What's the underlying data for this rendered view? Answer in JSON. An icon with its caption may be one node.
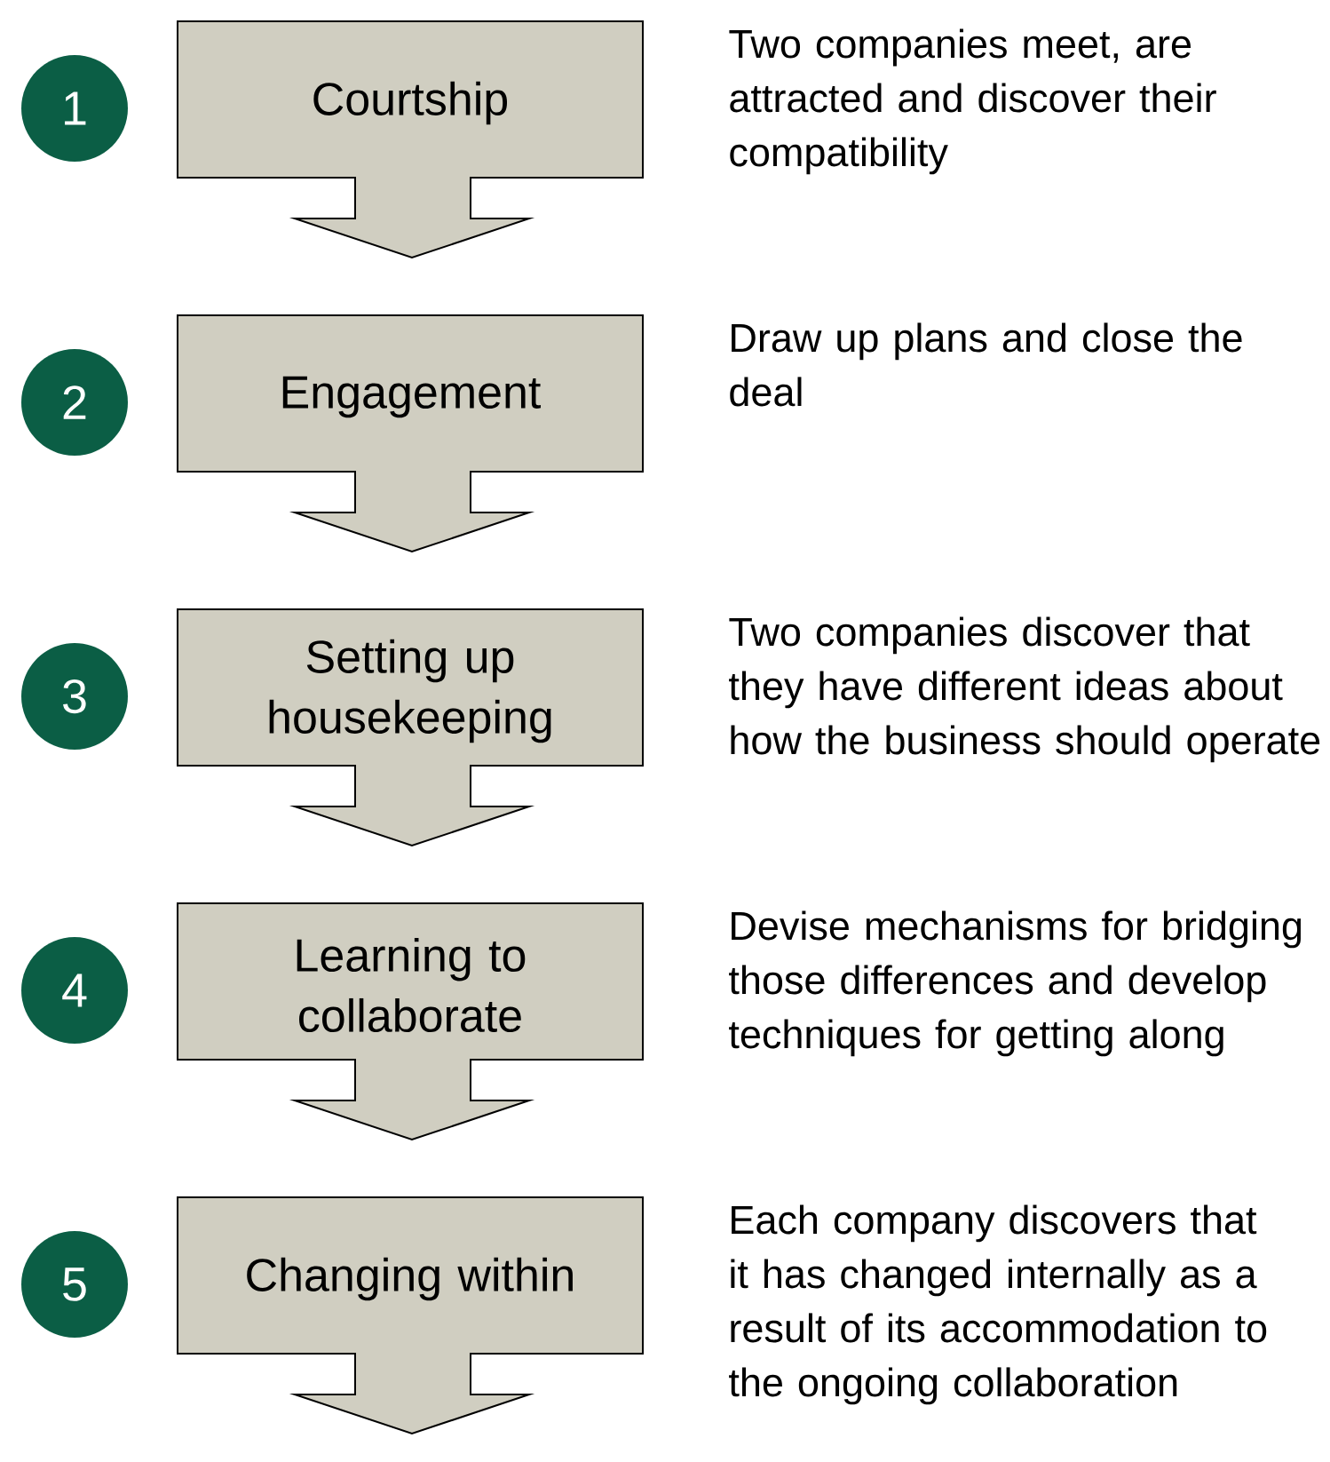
{
  "diagram": {
    "nodes": [
      {
        "text": [
          "1"
        ]
      },
      {
        "text": [
          "Courtship"
        ],
        "beside": [
          "Two companies meet, are attracted and discover their compatibility"
        ]
      },
      {
        "text": [
          "2"
        ]
      },
      {
        "text": [
          "Engagement"
        ],
        "beside": [
          "Draw up plans and close the deal"
        ]
      },
      {
        "text": [
          "3"
        ]
      },
      {
        "text": [
          "Setting up housekeeping"
        ],
        "beside": [
          "Two companies discover that they have different ideas about how the business should operate"
        ]
      },
      {
        "text": [
          "4"
        ]
      },
      {
        "text": [
          "Learning to collaborate"
        ],
        "beside": [
          "Devise mechanisms for bridging those differences and develop techniques for getting along"
        ]
      },
      {
        "text": [
          "5"
        ]
      },
      {
        "text": [
          "Changing within"
        ],
        "beside": [
          "Each company discovers that it has changed internally as a result of its accommodation to the ongoing collaboration"
        ]
      }
    ]
  }
}
